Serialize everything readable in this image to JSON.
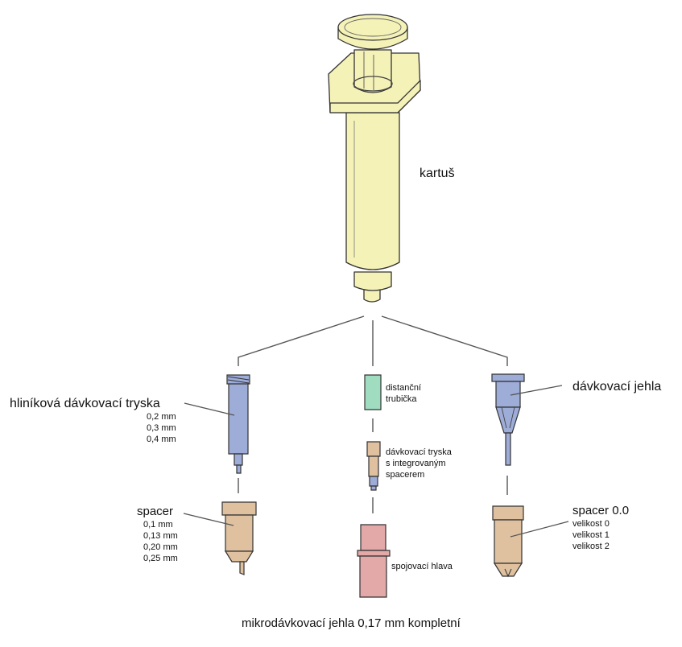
{
  "diagram": {
    "caption": "mikrodávkovací jehla 0,17 mm kompletní",
    "cartridge_label": "kartuš",
    "left": {
      "nozzle_title": "hliníková dávkovací tryska",
      "nozzle_sizes": [
        "0,2 mm",
        "0,3 mm",
        "0,4 mm"
      ],
      "spacer_title": "spacer",
      "spacer_sizes": [
        "0,1 mm",
        "0,13 mm",
        "0,20 mm",
        "0,25 mm"
      ]
    },
    "center": {
      "tube_label": [
        "distanční",
        "trubička"
      ],
      "nozzle_label": [
        "dávkovací tryska",
        "s integrovaným",
        "spacerem"
      ],
      "head_label": "spojovací hlava"
    },
    "right": {
      "needle_title": "dávkovací jehla",
      "spacer_title": "spacer 0.0",
      "spacer_sizes": [
        "velikost 0",
        "velikost 1",
        "velikost 2"
      ]
    },
    "colors": {
      "cartridge": "#f5f2b8",
      "blue_part": "#9eacd8",
      "spacer_tan": "#dfc1a0",
      "tube_green": "#9fdcc0",
      "head_pink": "#e3a8a8",
      "line": "#555555"
    }
  }
}
